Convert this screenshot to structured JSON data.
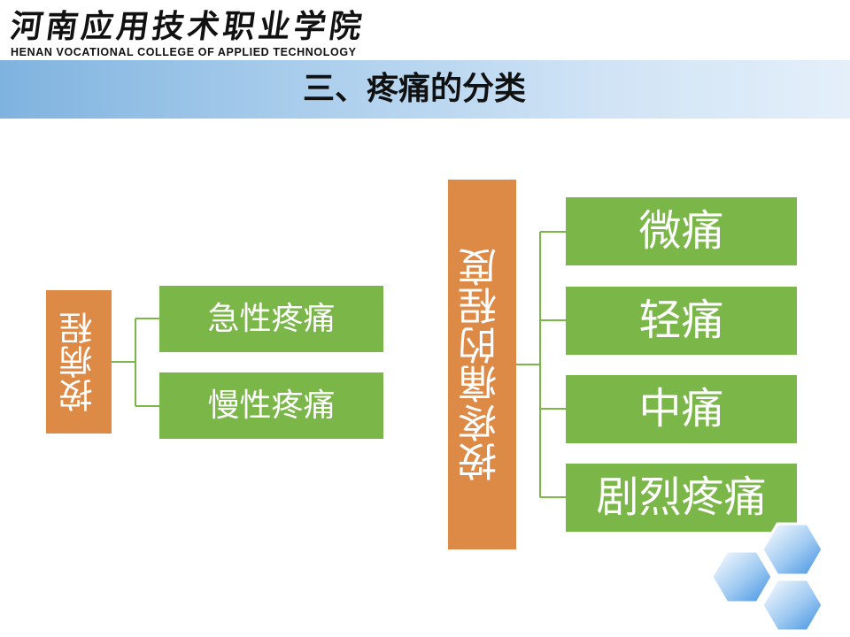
{
  "header": {
    "school_name_cn": "河南应用技术职业学院",
    "school_name_en": "HENAN VOCATIONAL COLLEGE OF APPLIED TECHNOLOGY"
  },
  "slide": {
    "title": "三、疼痛的分类"
  },
  "diagram": {
    "by_course": {
      "label": "按病程",
      "items": [
        "急性疼痛",
        "慢性疼痛"
      ]
    },
    "by_degree": {
      "label": "按疼痛的程度",
      "items": [
        "微痛",
        "轻痛",
        "中痛",
        "剧烈疼痛"
      ]
    }
  },
  "colors": {
    "orange_box": "#de8a47",
    "green_box": "#7ab648",
    "connector": "#7ab648",
    "title_band": "#a9cdec"
  }
}
